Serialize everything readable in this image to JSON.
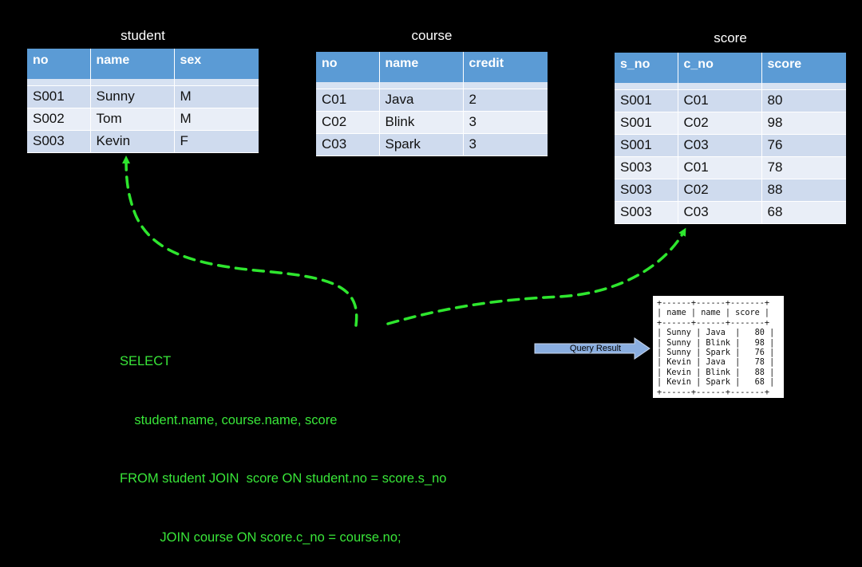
{
  "tables": {
    "student": {
      "title": "student",
      "columns": [
        "no",
        "name",
        "sex"
      ],
      "rows": [
        [
          "S001",
          "Sunny",
          "M"
        ],
        [
          "S002",
          "Tom",
          "M"
        ],
        [
          "S003",
          "Kevin",
          "F"
        ]
      ]
    },
    "course": {
      "title": "course",
      "columns": [
        "no",
        "name",
        "credit"
      ],
      "rows": [
        [
          "C01",
          "Java",
          "2"
        ],
        [
          "C02",
          "Blink",
          "3"
        ],
        [
          "C03",
          "Spark",
          "3"
        ]
      ]
    },
    "score": {
      "title": "score",
      "columns": [
        "s_no",
        "c_no",
        "score"
      ],
      "rows": [
        [
          "S001",
          "C01",
          "80"
        ],
        [
          "S001",
          "C02",
          "98"
        ],
        [
          "S001",
          "C03",
          "76"
        ],
        [
          "S003",
          "C01",
          "78"
        ],
        [
          "S003",
          "C02",
          "88"
        ],
        [
          "S003",
          "C03",
          "68"
        ]
      ]
    }
  },
  "sql": {
    "lines": [
      "SELECT",
      "    student.name, course.name, score",
      "FROM student JOIN  score ON student.no = score.s_no",
      "           JOIN course ON score.c_no = course.no;"
    ]
  },
  "query_result": {
    "arrow_label": "Query Result",
    "lines": [
      "+------+------+-------+",
      "| name | name | score |",
      "+------+------+-------+",
      "| Sunny | Java  |   80 |",
      "| Sunny | Blink |   98 |",
      "| Sunny | Spark |   76 |",
      "| Kevin | Java  |   78 |",
      "| Kevin | Blink |   88 |",
      "| Kevin | Spark |   68 |",
      "+------+------+-------+"
    ]
  },
  "colors": {
    "header": "#5b9bd5",
    "row": "#d7e2f2",
    "sql_text": "#39e639",
    "arrow_dash": "#2ee62e",
    "result_arrow": "#8aaee0"
  }
}
